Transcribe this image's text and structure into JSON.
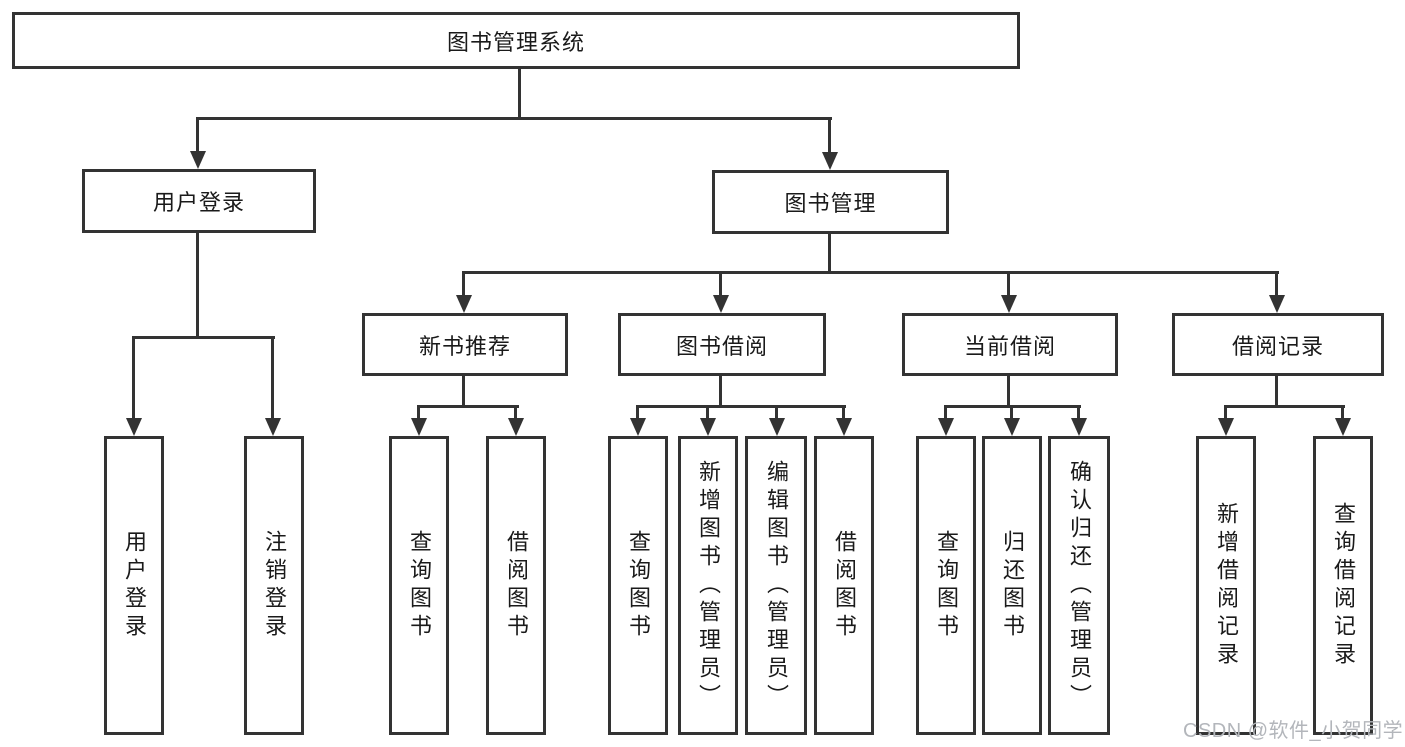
{
  "nodes": {
    "root": "图书管理系统",
    "user_login": "用户登录",
    "book_mgmt": "图书管理",
    "new_book_rec": "新书推荐",
    "book_borrow": "图书借阅",
    "current_borrow": "当前借阅",
    "borrow_records": "借阅记录",
    "leaf_user_login": "用户登录",
    "leaf_logout": "注销登录",
    "leaf_query_book_1": "查询图书",
    "leaf_borrow_book_1": "借阅图书",
    "leaf_query_book_2": "查询图书",
    "leaf_add_book": "新增图书（管理员）",
    "leaf_edit_book": "编辑图书（管理员）",
    "leaf_borrow_book_2": "借阅图书",
    "leaf_query_book_3": "查询图书",
    "leaf_return_book": "归还图书",
    "leaf_confirm_return": "确认归还（管理员）",
    "leaf_add_record": "新增借阅记录",
    "leaf_query_record": "查询借阅记录"
  },
  "watermark": "CSDN @软件_小贺同学",
  "colors": {
    "line": "#333333",
    "text": "#1a1a1a",
    "watermark": "#b3b6bb",
    "background": "#ffffff"
  }
}
